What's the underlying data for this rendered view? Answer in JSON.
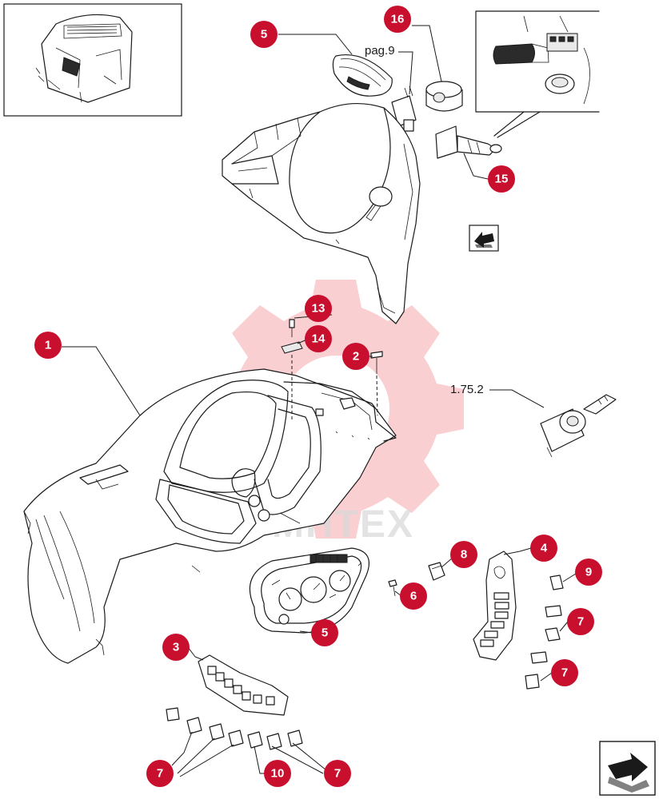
{
  "diagram": {
    "callouts": [
      {
        "id": "c1",
        "label": "1"
      },
      {
        "id": "c2",
        "label": "2"
      },
      {
        "id": "c3",
        "label": "3"
      },
      {
        "id": "c4",
        "label": "4"
      },
      {
        "id": "c5a",
        "label": "5"
      },
      {
        "id": "c5b",
        "label": "5"
      },
      {
        "id": "c6",
        "label": "6"
      },
      {
        "id": "c7a",
        "label": "7"
      },
      {
        "id": "c7b",
        "label": "7"
      },
      {
        "id": "c7c",
        "label": "7"
      },
      {
        "id": "c7d",
        "label": "7"
      },
      {
        "id": "c8",
        "label": "8"
      },
      {
        "id": "c9",
        "label": "9"
      },
      {
        "id": "c10",
        "label": "10"
      },
      {
        "id": "c13",
        "label": "13"
      },
      {
        "id": "c14",
        "label": "14"
      },
      {
        "id": "c15",
        "label": "15"
      },
      {
        "id": "c16",
        "label": "16"
      }
    ],
    "page_reference": "pag.9",
    "section_reference": "1.75.2",
    "watermark_text": "MHTEX"
  },
  "colors": {
    "callout_fill": "#c8102e",
    "watermark": "#f4a8ad"
  },
  "icons": {
    "top_left": "cab-thumbnail-icon",
    "nav_small": "arrow-back-icon",
    "nav_large": "arrow-next-icon"
  }
}
